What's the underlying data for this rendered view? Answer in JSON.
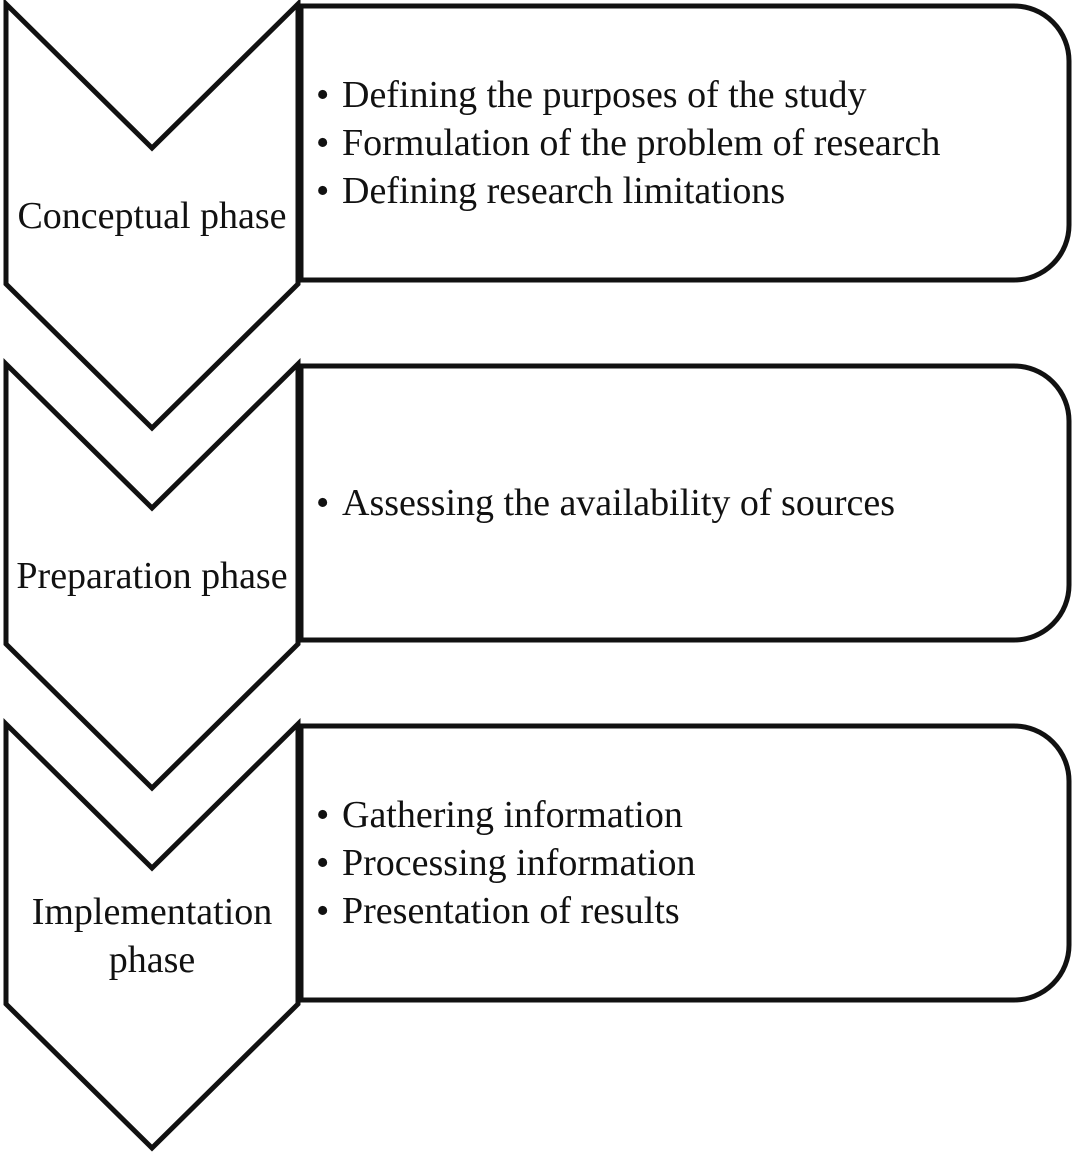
{
  "diagram": {
    "bullet_glyph": "•",
    "stroke_color": "#111111",
    "background_color": "#ffffff",
    "phases": [
      {
        "label": "Conceptual phase",
        "bullets": [
          "Defining the purposes of the study",
          "Formulation of the problem of research",
          "Defining research limitations"
        ]
      },
      {
        "label": "Preparation phase",
        "bullets": [
          "Assessing the availability of sources"
        ]
      },
      {
        "label": "Implementation phase",
        "bullets": [
          "Gathering information",
          "Processing information",
          "Presentation of results"
        ]
      }
    ]
  }
}
